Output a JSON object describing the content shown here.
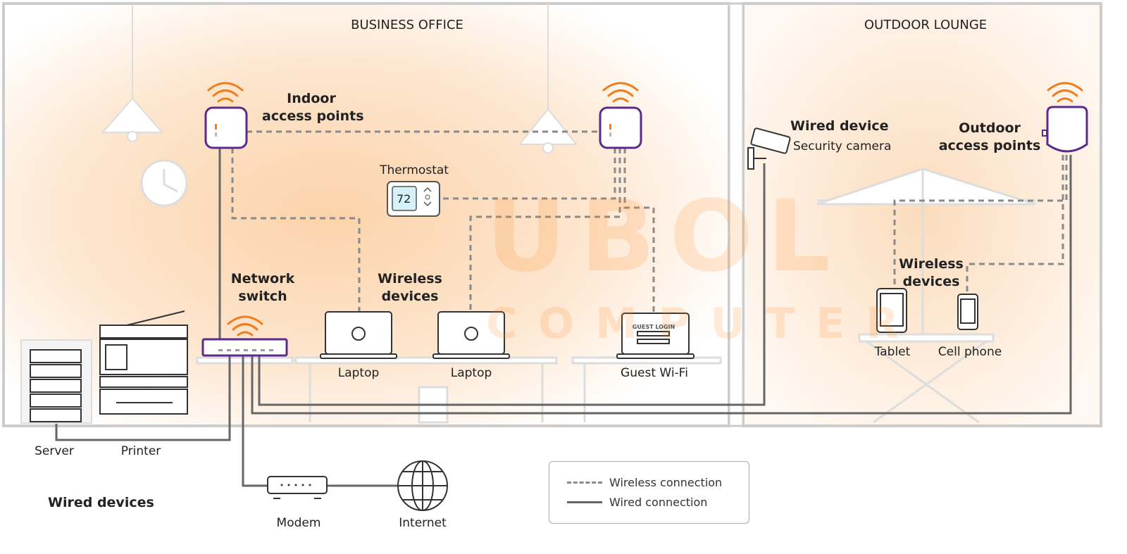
{
  "rooms": {
    "office": "BUSINESS OFFICE",
    "lounge": "OUTDOOR LOUNGE"
  },
  "labels": {
    "indoor_ap": [
      "Indoor",
      "access points"
    ],
    "outdoor_ap": [
      "Outdoor",
      "access points"
    ],
    "network_switch": [
      "Network",
      "switch"
    ],
    "wireless_devices_office": [
      "Wireless",
      "devices"
    ],
    "wireless_devices_lounge": [
      "Wireless",
      "devices"
    ],
    "wired_device_title": "Wired device",
    "wired_device_name": "Security camera",
    "thermostat": "Thermostat",
    "thermostat_value": "72",
    "laptop1": "Laptop",
    "laptop2": "Laptop",
    "guest_wifi": "Guest Wi-Fi",
    "guest_login": "GUEST LOGIN",
    "tablet": "Tablet",
    "cell_phone": "Cell phone",
    "server": "Server",
    "printer": "Printer",
    "wired_devices": "Wired devices",
    "modem": "Modem",
    "internet": "Internet"
  },
  "legend": {
    "wireless": "Wireless connection",
    "wired": "Wired connection"
  },
  "watermark": {
    "line1": "UBOL",
    "line2": "COMPUTER"
  },
  "colors": {
    "wired": "#666666",
    "wireless": "#8a8a8a",
    "accent": "#f07d1a",
    "ap_border": "#5b2a8c"
  }
}
